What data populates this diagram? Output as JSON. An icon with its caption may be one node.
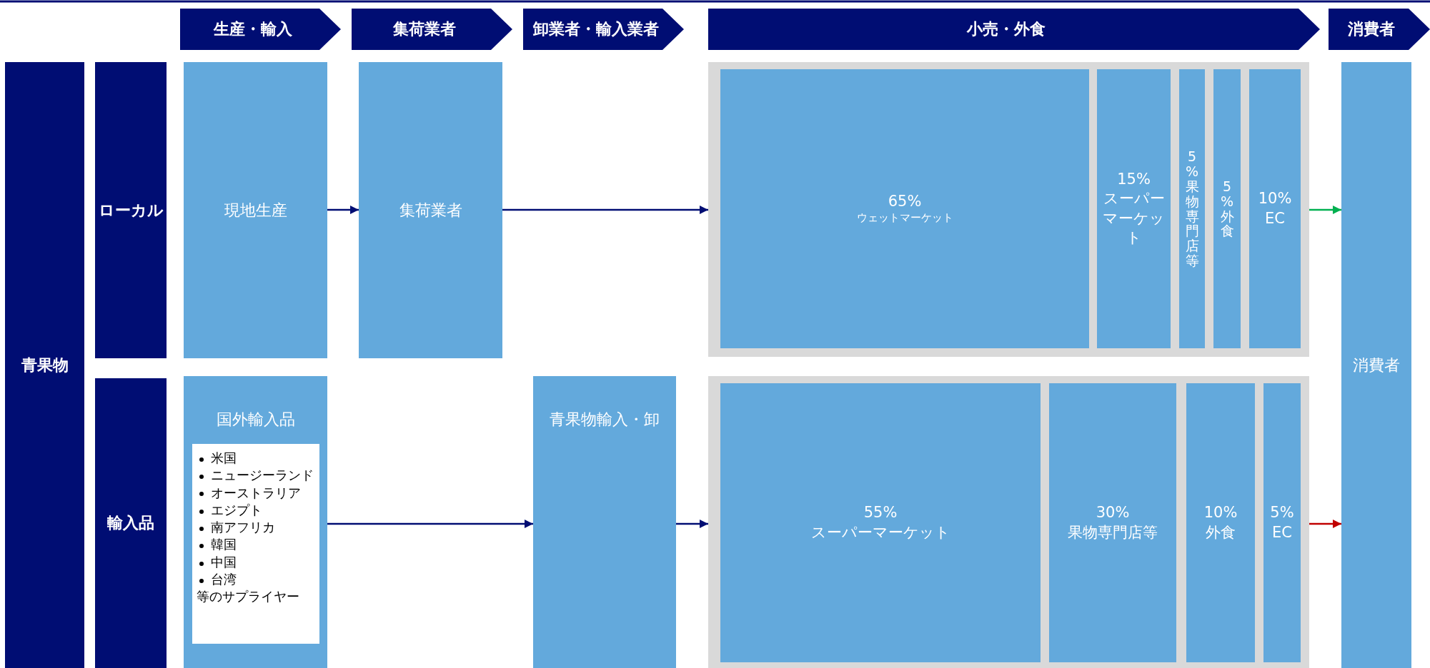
{
  "diagram": {
    "nodes": [
      {
        "text": [
          "生産・輸入"
        ]
      },
      {
        "text": [
          "集荷業者"
        ]
      },
      {
        "text": [
          "卸業者・輸入業者"
        ]
      },
      {
        "text": [
          "小売・外食"
        ]
      },
      {
        "text": [
          "消費者"
        ]
      },
      {
        "text": [
          "青果物"
        ]
      },
      {
        "text": [
          "ローカル"
        ]
      },
      {
        "text": [
          "現地生産"
        ]
      },
      {
        "text": [
          "集荷業者"
        ]
      },
      {
        "text": [],
        "shape": "box"
      },
      {
        "text": [
          "65%",
          "ウェットマーケット"
        ],
        "in": 9
      },
      {
        "text": [
          "15%",
          "スーパーマーケット"
        ],
        "in": 9
      },
      {
        "text": [
          "5%",
          "果物専門店等"
        ],
        "in": 9
      },
      {
        "text": [
          "5%",
          "外食"
        ],
        "in": 9
      },
      {
        "text": [
          "10%",
          "EC"
        ],
        "in": 9
      },
      {
        "text": [
          "消費者"
        ]
      },
      {
        "text": [
          "輸入品"
        ]
      },
      {
        "text": [
          "国外輸入品"
        ]
      },
      {
        "text": [
          "米国",
          "ニュージーランド",
          "オーストラリア",
          "エジプト",
          "南アフリカ",
          "韓国",
          "中国",
          "台湾",
          "等のサプライヤー"
        ],
        "in": 17
      },
      {
        "text": [
          "青果物輸入・卸"
        ]
      },
      {
        "text": [],
        "shape": "box"
      },
      {
        "text": [
          "55%",
          "スーパーマーケット"
        ],
        "in": 20
      },
      {
        "text": [
          "30%",
          "果物専門店等"
        ],
        "in": 20
      },
      {
        "text": [
          "10%",
          "外食"
        ],
        "in": 20
      },
      {
        "text": [
          "5%",
          "EC"
        ],
        "in": 20
      }
    ],
    "edges": [
      {
        "from": 7,
        "to": 8,
        "arrow": "to"
      },
      {
        "from": 8,
        "to": 9,
        "arrow": "to"
      },
      {
        "from": 9,
        "to": 15,
        "arrow": "to",
        "color": "#00b050"
      },
      {
        "from": 17,
        "to": 19,
        "arrow": "to"
      },
      {
        "from": 19,
        "to": 20,
        "arrow": "to"
      },
      {
        "from": 20,
        "to": 15,
        "arrow": "to",
        "color": "#c00000"
      }
    ]
  }
}
